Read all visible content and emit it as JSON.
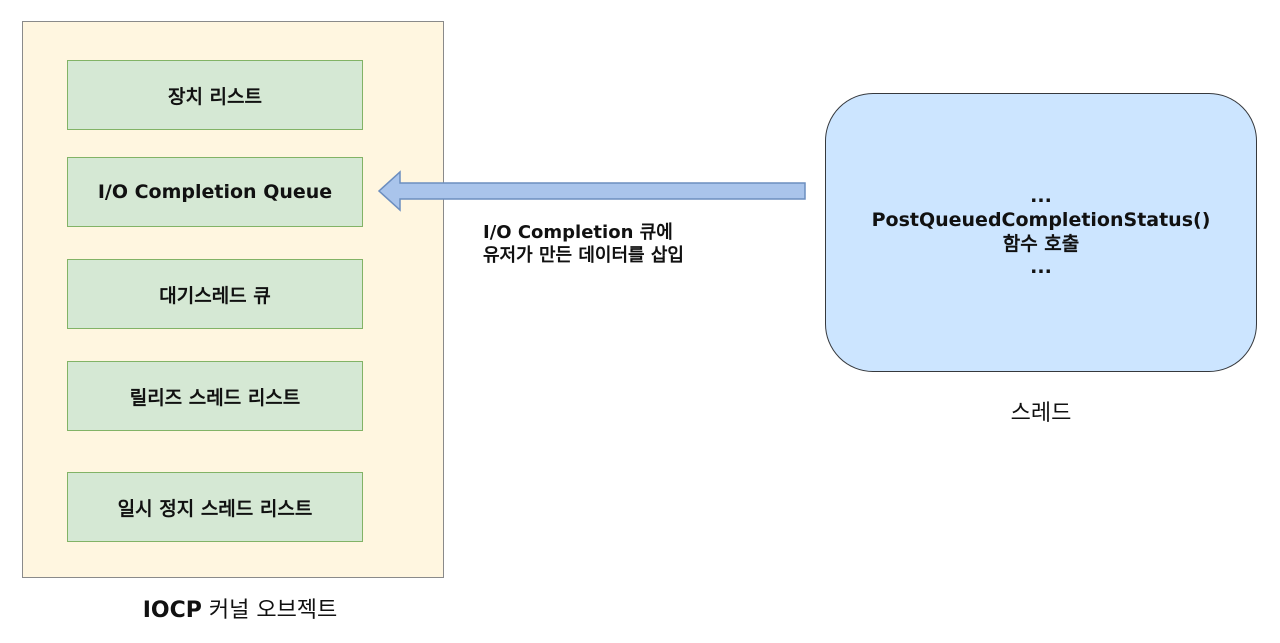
{
  "kernel_object": {
    "caption_bold": "IOCP",
    "caption_rest": " 커널 오브젝트",
    "items": [
      {
        "label": "장치 리스트"
      },
      {
        "label": "I/O Completion Queue"
      },
      {
        "label": "대기스레드 큐"
      },
      {
        "label": "릴리즈 스레드 리스트"
      },
      {
        "label": "일시 정지 스레드 리스트"
      }
    ]
  },
  "thread": {
    "lines": [
      "...",
      "PostQueuedCompletionStatus()",
      "함수 호출",
      "..."
    ],
    "caption": "스레드"
  },
  "arrow": {
    "label_line1": "I/O Completion 큐에",
    "label_line2": "유저가 만든 데이터를 삽입"
  },
  "colors": {
    "kernel_fill": "#fff6e0",
    "kernel_border": "#8a8a8a",
    "item_fill": "#d5e8d4",
    "item_border": "#82b366",
    "thread_fill": "#cce5ff",
    "thread_border": "#36393d",
    "arrow_fill": "#a9c4eb",
    "arrow_border": "#6c8ebf"
  }
}
